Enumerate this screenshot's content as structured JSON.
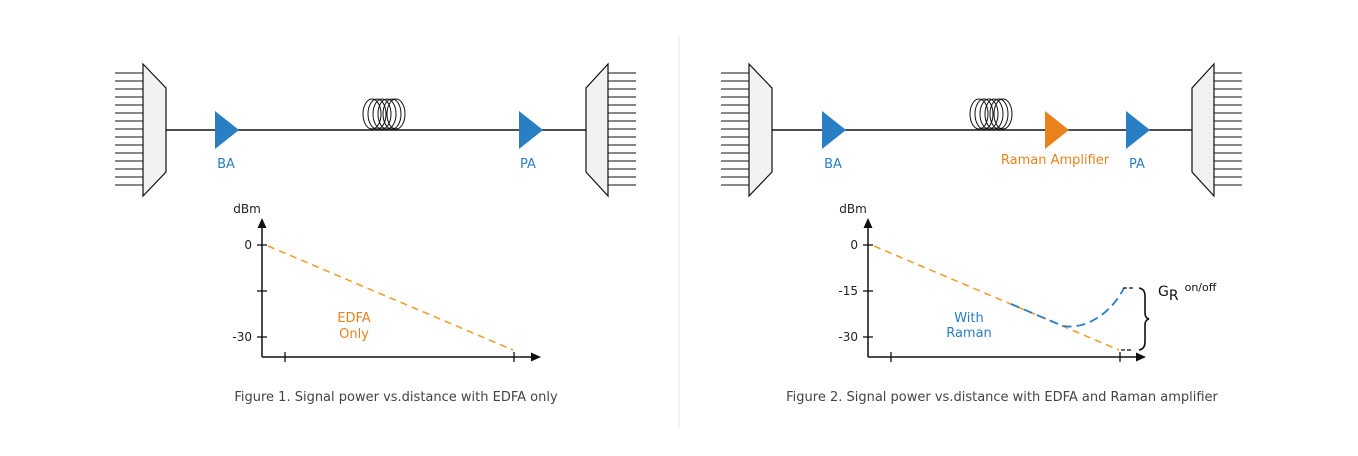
{
  "colors": {
    "amplifier_blue": "#2a7ec4",
    "raman_orange": "#e8831c",
    "edfa_curve": "#f0a030",
    "raman_curve": "#2a7ec4",
    "line": "#111111",
    "mux_fill": "#f2f2f2",
    "divider": "#e4e4e4"
  },
  "figure1": {
    "amp_ba": "BA",
    "amp_pa": "PA",
    "y_unit": "dBm",
    "y_tick_0": "0",
    "y_tick_30": "-30",
    "curve_label_line1": "EDFA",
    "curve_label_line2": "Only",
    "caption": "Figure 1. Signal power vs.distance with EDFA only"
  },
  "figure2": {
    "amp_ba": "BA",
    "amp_raman": "Raman Amplifier",
    "amp_pa": "PA",
    "y_unit": "dBm",
    "y_tick_0": "0",
    "y_tick_15": "-15",
    "y_tick_30": "-30",
    "curve_label_line1": "With",
    "curve_label_line2": "Raman",
    "gain_symbol": "G",
    "gain_subscript": "R",
    "gain_suffix": "on/off",
    "caption": "Figure 2. Signal power vs.distance with EDFA and Raman amplifier"
  }
}
